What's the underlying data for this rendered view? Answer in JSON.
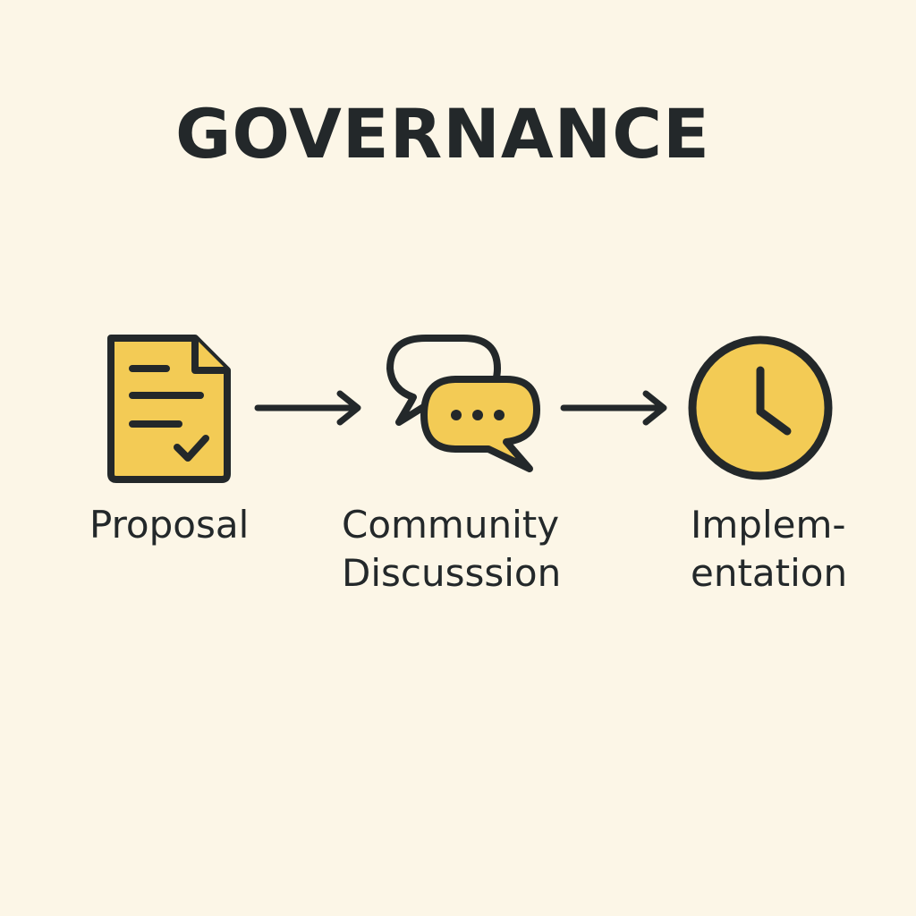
{
  "title": "GOVERNANCE",
  "colors": {
    "background": "#fcf6e7",
    "ink": "#23282a",
    "accent": "#f3cb55"
  },
  "steps": [
    {
      "icon": "document-check-icon",
      "label_lines": [
        "Proposal"
      ]
    },
    {
      "icon": "chat-bubbles-icon",
      "label_lines": [
        "Community",
        "Discusssion"
      ]
    },
    {
      "icon": "clock-icon",
      "label_lines": [
        "Implem-",
        "entation"
      ]
    }
  ],
  "connectors": [
    "arrow-right-icon",
    "arrow-right-icon"
  ]
}
